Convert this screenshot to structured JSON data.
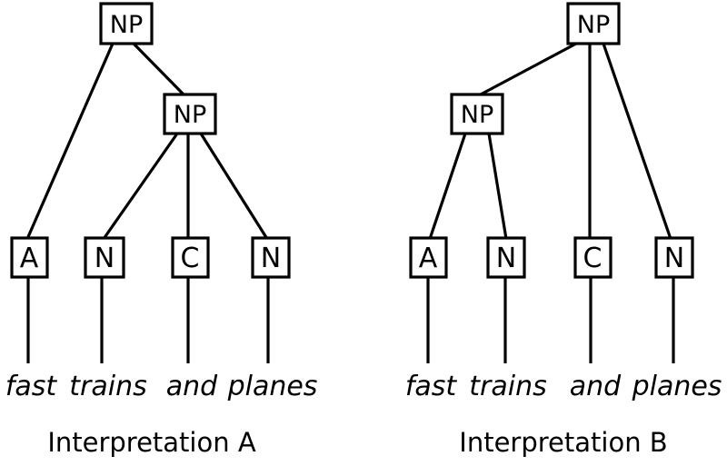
{
  "colors": {
    "background": "#ffffff",
    "line": "#000000",
    "text": "#000000"
  },
  "phrase": "fast trains and planes",
  "tree_a": {
    "caption": "Interpretation A",
    "root_label": "NP",
    "inner_label": "NP",
    "leaf_tags": [
      "A",
      "N",
      "C",
      "N"
    ],
    "words": [
      "fast",
      "trains",
      "and",
      "planes"
    ],
    "structure": {
      "root_children": [
        "A",
        "NP"
      ],
      "inner_children": [
        "N",
        "C",
        "N"
      ]
    }
  },
  "tree_b": {
    "caption": "Interpretation B",
    "root_label": "NP",
    "inner_label": "NP",
    "leaf_tags": [
      "A",
      "N",
      "C",
      "N"
    ],
    "words": [
      "fast",
      "trains",
      "and",
      "planes"
    ],
    "structure": {
      "root_children": [
        "NP",
        "C",
        "N"
      ],
      "inner_children": [
        "A",
        "N"
      ]
    }
  }
}
